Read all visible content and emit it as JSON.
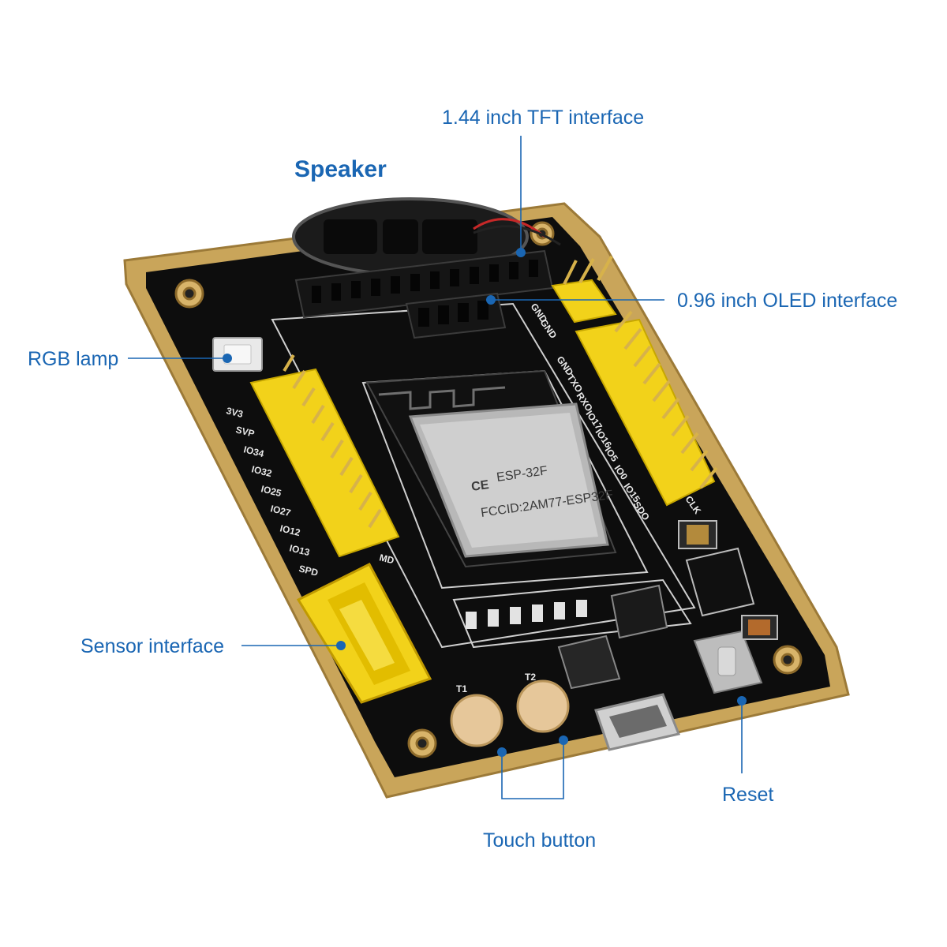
{
  "labels": {
    "speaker": "Speaker",
    "tft": "1.44 inch TFT interface",
    "oled": "0.96 inch OLED interface",
    "rgb": "RGB lamp",
    "sensor": "Sensor interface",
    "touch": "Touch button",
    "reset": "Reset"
  },
  "board": {
    "left_pins": [
      "3V3",
      "SVP",
      "IO34",
      "IO32",
      "IO25",
      "IO27",
      "IO12",
      "IO13",
      "SPD",
      "MD"
    ],
    "right_pins": [
      "GND",
      "GND",
      "GND",
      "TXO",
      "RXO",
      "IO17",
      "IO16",
      "IO5",
      "IO0",
      "IO15",
      "SDO",
      "CLK"
    ],
    "touch_pads": [
      "T1",
      "T2"
    ],
    "module_text": {
      "ce": "CE",
      "model": "ESP-32F",
      "fcc": "FCCID:2AM77-ESP32F"
    }
  },
  "colors": {
    "callout": "#1a66b3",
    "pcb": "#0d0d0d",
    "gold_edge": "#c9a55a",
    "header_yellow": "#f2d21a",
    "pads_gold": "#e6c79a"
  }
}
